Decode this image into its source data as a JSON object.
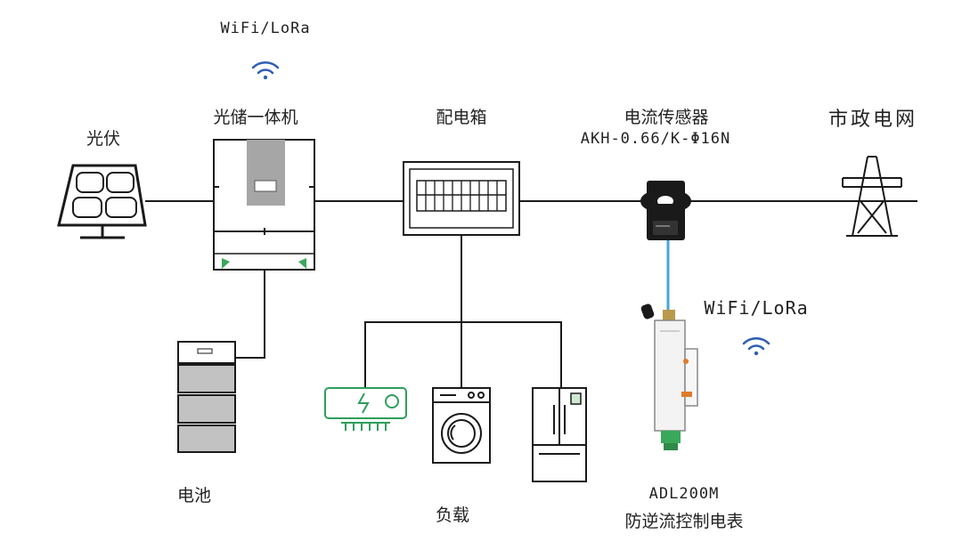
{
  "wireless_top": {
    "label": "WiFi/LoRa",
    "icon": "wifi-icon"
  },
  "wireless_meter": {
    "label": "WiFi/LoRa",
    "icon": "wifi-icon"
  },
  "devices": {
    "pv": {
      "label": "光伏",
      "icon": "solar-panel-icon"
    },
    "inverter": {
      "label": "光储一体机",
      "icon": "hybrid-inverter-icon"
    },
    "distribution_box": {
      "label": "配电箱",
      "icon": "distribution-box-icon"
    },
    "sensor": {
      "label": "电流传感器",
      "model": "AKH-0.66/K-Φ16N",
      "icon": "current-sensor-icon"
    },
    "grid": {
      "label": "市政电网",
      "icon": "power-tower-icon"
    },
    "battery": {
      "label": "电池",
      "icon": "battery-icon"
    },
    "load": {
      "label": "负载",
      "icons": [
        "air-conditioner-icon",
        "washing-machine-icon",
        "refrigerator-icon"
      ]
    },
    "meter": {
      "model": "ADL200M",
      "label": "防逆流控制电表",
      "icon": "energy-meter-icon"
    }
  },
  "colors": {
    "line": "#1a1a1a",
    "signal_cable": "#4aa3df",
    "wifi": "#2f5fb3",
    "appliance_green": "#2e9e5b",
    "inverter_green": "#3aa85a",
    "meter_orange": "#e07b2a"
  }
}
